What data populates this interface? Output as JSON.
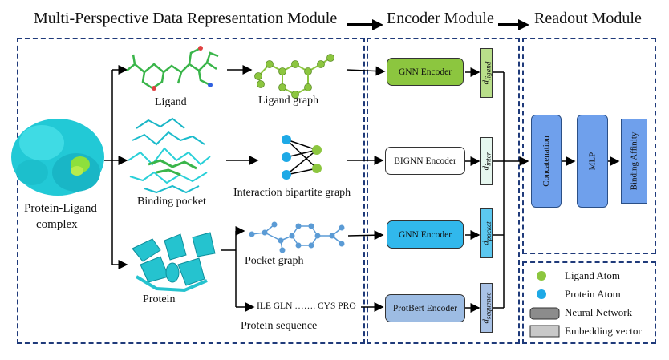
{
  "headers": {
    "mpdr": "Multi-Perspective Data Representation Module",
    "encoder": "Encoder Module",
    "readout": "Readout Module"
  },
  "left": {
    "complex_line1": "Protein-Ligand",
    "complex_line2": "complex",
    "ligand": "Ligand",
    "binding_pocket": "Binding pocket",
    "protein": "Protein",
    "ligand_graph": "Ligand graph",
    "interaction_graph": "Interaction bipartite graph",
    "pocket_graph": "Pocket graph",
    "protein_seq_text": "ILE GLN ……. CYS PRO",
    "protein_sequence": "Protein sequence"
  },
  "encoders": [
    {
      "label": "GNN Encoder",
      "color": "#8cc63f",
      "emb_base": "d",
      "emb_sub": "ligand",
      "emb_color": "#b9df8a"
    },
    {
      "label": "BIGNN Encoder",
      "color": "#ffffff",
      "emb_base": "d",
      "emb_sub": "inter",
      "emb_color": "#e6f7ef"
    },
    {
      "label": "GNN Encoder",
      "color": "#31b8ec",
      "emb_base": "d",
      "emb_sub": "pocket",
      "emb_color": "#5cc8f0"
    },
    {
      "label": "ProtBert Encoder",
      "color": "#9dbce3",
      "emb_base": "d",
      "emb_sub": "sequence",
      "emb_color": "#a9c2e6"
    }
  ],
  "readout": {
    "concat": "Concatenation",
    "mlp": "MLP",
    "affinity": "Binding Affinity"
  },
  "legend": [
    {
      "label": "Ligand Atom",
      "icon": "green-circle",
      "color": "#8cc63f"
    },
    {
      "label": "Protein Atom",
      "icon": "blue-circle",
      "color": "#1ea9e6"
    },
    {
      "label": "Neural Network",
      "icon": "gray-rounded-rect",
      "color": "#8c8c8c"
    },
    {
      "label": "Embedding vector",
      "icon": "light-gray-rect",
      "color": "#c8c8c8"
    }
  ],
  "colors": {
    "dash_border": "#1f3a7a",
    "ligand_green": "#8cc63f",
    "protein_cyan": "#2ad0d8",
    "pocket_blue": "#5b9bd5"
  }
}
